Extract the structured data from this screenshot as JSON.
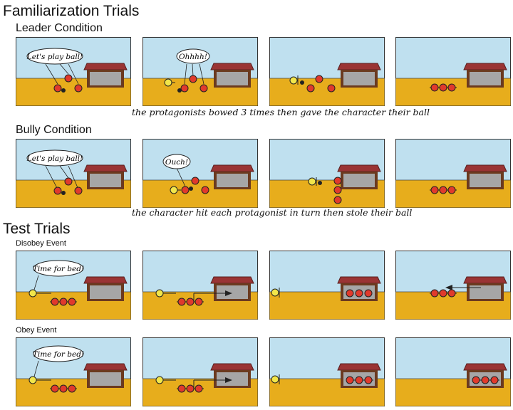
{
  "headings": {
    "familiarization": "Familiarization Trials",
    "leader": "Leader Condition",
    "bully": "Bully Condition",
    "test": "Test Trials",
    "disobey": "Disobey Event",
    "obey": "Obey Event"
  },
  "captions": {
    "leader": "the protagonists bowed 3 times then gave the character their ball",
    "bully": "the character hit each protagonist in turn then stole their ball"
  },
  "bubbles": {
    "play": "Let's play ball!",
    "ohhh": "Ohhhh!",
    "ouch": "Ouch!",
    "bed": "Time for bed!"
  },
  "colors": {
    "sky": "#bfe0ef",
    "ground": "#e7ad1c",
    "roof": "#9a3434",
    "house": "#a6a6a6",
    "frame": "#6b3a1f",
    "protagonist": "#e03a2c",
    "character": "#f2e64a"
  }
}
